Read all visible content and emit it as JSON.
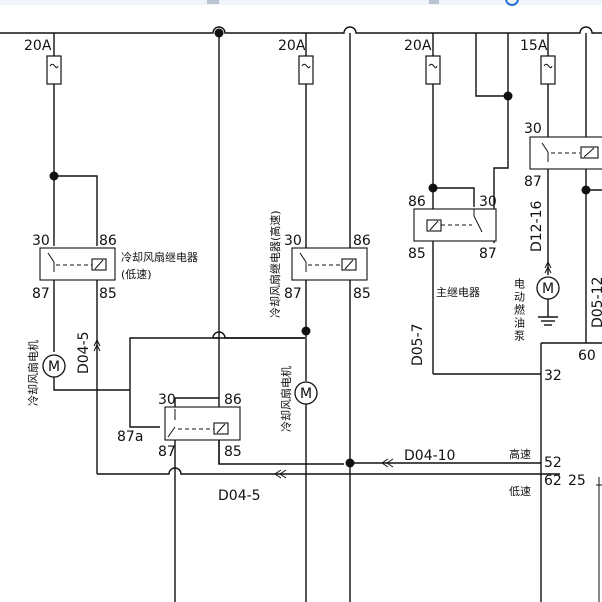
{
  "fuses": {
    "f1": "20A",
    "f2": "20A",
    "f3": "20A",
    "f4": "15A"
  },
  "relay_low": {
    "pin30": "30",
    "pin86": "86",
    "pin87": "87",
    "pin85": "85",
    "name": "冷却风扇继电器",
    "suffix": "(低速)"
  },
  "relay_high": {
    "pin30": "30",
    "pin86": "86",
    "pin87": "87",
    "pin85": "85",
    "name": "冷却风扇继电器(高速)"
  },
  "relay_main": {
    "pin86": "86",
    "pin30": "30",
    "pin85": "85",
    "pin87": "87",
    "name": "主继电器"
  },
  "relay_topright": {
    "pin30": "30",
    "pin87": "87"
  },
  "relay_bottom": {
    "pin30": "30",
    "pin86": "86",
    "pin87a": "87a",
    "pin87": "87",
    "pin85": "85"
  },
  "motors": {
    "fan_left": "冷却风扇电机",
    "fan_center": "冷却风扇电机",
    "fuel_pump": "电动燃油泵",
    "m_symbol": "M"
  },
  "connectors": {
    "d04_5_vertical": "D04-5",
    "d12_16": "D12-16",
    "d05_7": "D05-7",
    "d05_12_partial": "D05-12",
    "d04_10": "D04-10",
    "d04_5_bottom": "D04-5"
  },
  "ecu": {
    "pin60": "60",
    "pin32": "32",
    "pin52": "52",
    "pin62": "62",
    "pin25": "25",
    "label_high": "高速",
    "label_low": "低速"
  }
}
